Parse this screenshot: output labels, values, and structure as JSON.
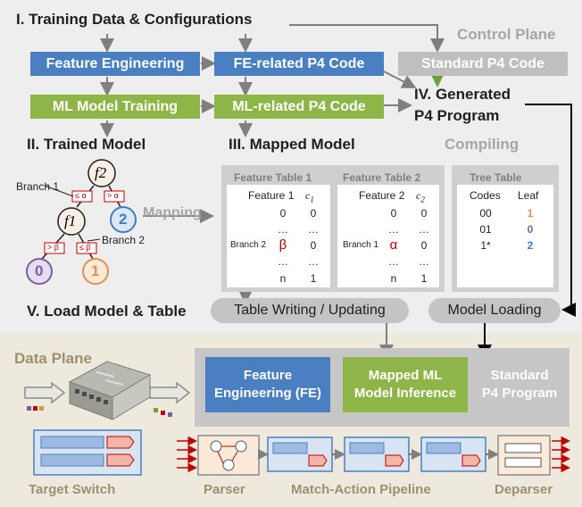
{
  "control": {
    "title": "I. Training Data & Configurations",
    "plane_label": "Control Plane",
    "feature_engineering": "Feature Engineering",
    "fe_p4": "FE-related P4 Code",
    "standard_p4": "Standard P4 Code",
    "ml_training": "ML Model Training",
    "ml_p4": "ML-related P4 Code",
    "generated_l1": "IV. Generated",
    "generated_l2": "P4 Program",
    "trained_model": "II. Trained Model",
    "mapped_model": "III. Mapped Model",
    "compiling": "Compiling",
    "mapping": "Mapping",
    "load": "V. Load Model  & Table",
    "table_writing": "Table Writing / Updating",
    "model_loading": "Model Loading"
  },
  "tree": {
    "root": "f2",
    "mid": "f1",
    "leaf_right": "2",
    "leaf_left": "0",
    "leaf_mid": "1",
    "branch1": "Branch 1",
    "branch2": "Branch 2",
    "cond_le_alpha": "≤ α",
    "cond_gt_alpha": "> α",
    "cond_gt_beta": "> β",
    "cond_le_beta": "≤ β"
  },
  "tables": {
    "ft1": {
      "title": "Feature Table 1",
      "col1": "Feature 1",
      "col2": "c",
      "col2_sub": "1",
      "rows": [
        [
          "0",
          "0"
        ],
        [
          "…",
          "…"
        ],
        [
          "β",
          "0"
        ],
        [
          "…",
          "…"
        ],
        [
          "n",
          "1"
        ]
      ],
      "branch_label": "Branch 2"
    },
    "ft2": {
      "title": "Feature Table 2",
      "col1": "Feature 2",
      "col2": "c",
      "col2_sub": "2",
      "rows": [
        [
          "0",
          "0"
        ],
        [
          "…",
          "…"
        ],
        [
          "α",
          "0"
        ],
        [
          "…",
          "…"
        ],
        [
          "n",
          "1"
        ]
      ],
      "branch_label": "Branch 1"
    },
    "tree": {
      "title": "Tree Table",
      "col1": "Codes",
      "col2": "Leaf",
      "rows": [
        [
          "00",
          "1"
        ],
        [
          "01",
          "0"
        ],
        [
          "1*",
          "2"
        ]
      ]
    }
  },
  "data_plane": {
    "label": "Data Plane",
    "fe": "Feature Engineering (FE)",
    "fe_l1": "Feature",
    "fe_l2": "Engineering (FE)",
    "mapped_l1": "Mapped ML",
    "mapped_l2": "Model Inference",
    "std_l1": "Standard",
    "std_l2": "P4 Program",
    "target_switch": "Target Switch",
    "parser": "Parser",
    "pipeline": "Match-Action Pipeline",
    "deparser": "Deparser"
  },
  "colors": {
    "blue": "#4a7fc1",
    "green": "#8db547",
    "grey": "#bfbfbf",
    "purple": "#7a5ea8",
    "orange": "#e4904b",
    "teal": "#3a7fc1",
    "red": "#c00000"
  }
}
